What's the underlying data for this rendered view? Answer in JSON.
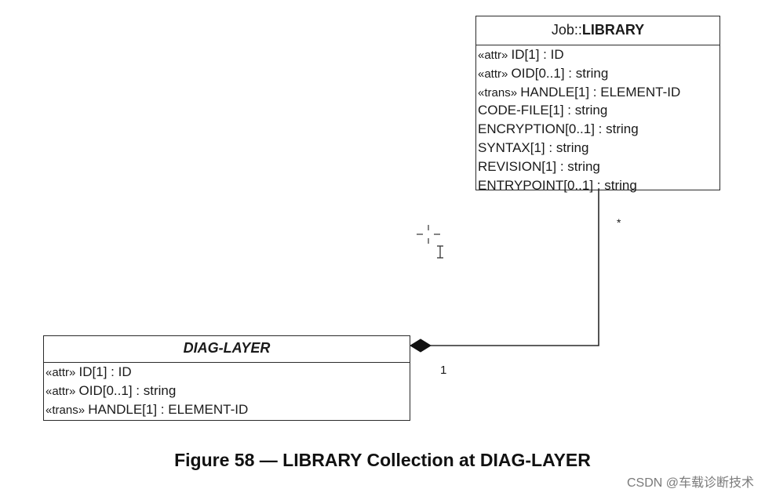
{
  "library_class": {
    "namespace": "Job::",
    "name": "LIBRARY",
    "attributes": [
      {
        "stereotype": "«attr» ",
        "text": "ID[1] : ID"
      },
      {
        "stereotype": "«attr» ",
        "text": "OID[0..1] : string"
      },
      {
        "stereotype": "«trans» ",
        "text": "HANDLE[1] : ELEMENT-ID"
      },
      {
        "stereotype": "",
        "text": "CODE-FILE[1] : string"
      },
      {
        "stereotype": "",
        "text": "ENCRYPTION[0..1] : string"
      },
      {
        "stereotype": "",
        "text": "SYNTAX[1] : string"
      },
      {
        "stereotype": "",
        "text": "REVISION[1] : string"
      },
      {
        "stereotype": "",
        "text": "ENTRYPOINT[0..1] : string"
      }
    ]
  },
  "diaglayer_class": {
    "name": "DIAG-LAYER",
    "attributes": [
      {
        "stereotype": "«attr» ",
        "text": "ID[1] : ID"
      },
      {
        "stereotype": "«attr» ",
        "text": "OID[0..1] : string"
      },
      {
        "stereotype": "«trans» ",
        "text": "HANDLE[1] : ELEMENT-ID"
      }
    ]
  },
  "association": {
    "type": "composition",
    "library_multiplicity": "*",
    "diaglayer_multiplicity": "1"
  },
  "caption": "Figure 58 — LIBRARY Collection at DIAG-LAYER",
  "watermark": "CSDN @车载诊断技术",
  "colors": {
    "line": "#2a2a2a",
    "text": "#1a1a1a"
  }
}
